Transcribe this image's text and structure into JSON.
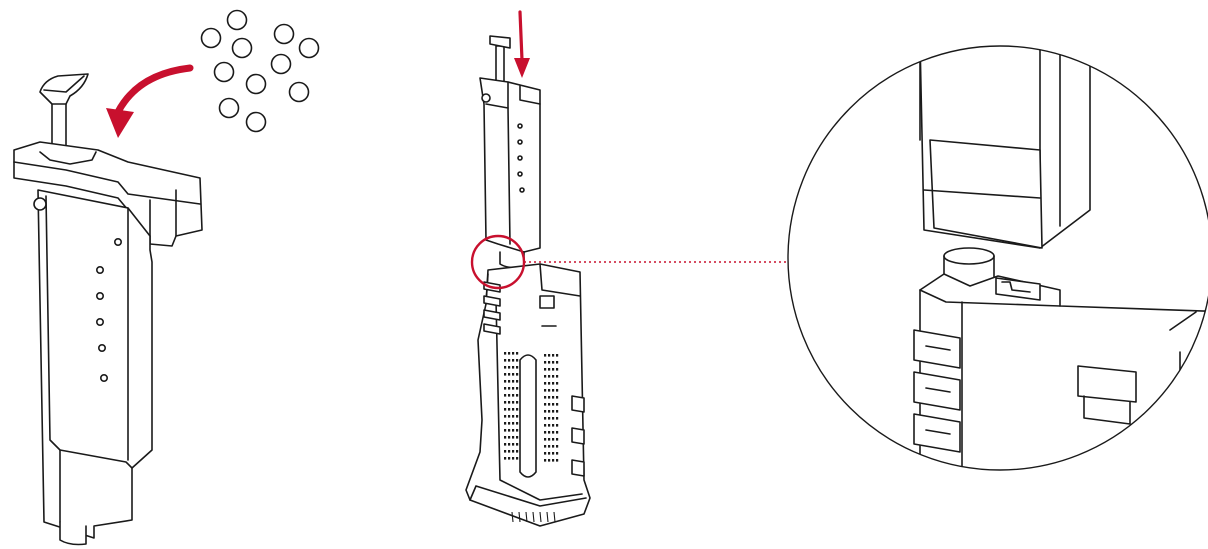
{
  "figure": {
    "steps": [
      "load-bbs-into-speed-loader",
      "press-loader-into-magazine"
    ],
    "colors": {
      "line": "#1a1a1a",
      "accent": "#c8102e",
      "background": "#ffffff"
    },
    "icons": [
      "bb-pellet-icon",
      "curved-arrow-icon",
      "down-arrow-icon",
      "magnifier-circle-icon"
    ],
    "bb_count": 11
  }
}
